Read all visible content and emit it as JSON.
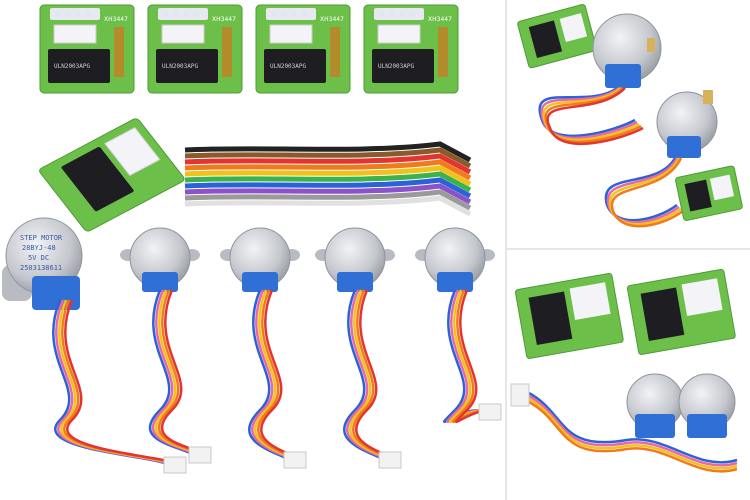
{
  "pcb_label": "XH3447",
  "chip_label": "ULN2003APG",
  "motor_label": {
    "line1": "STEP MOTOR",
    "line2": "28BYJ-48",
    "line3": "5V DC",
    "line4": "2503138611"
  },
  "colors": {
    "pcb_green": "#6cc04a",
    "pcb_dark": "#3f8f35",
    "chip_black": "#1d1d22",
    "motor_silver": "#c9ccd2",
    "motor_blue": "#2f6fd6",
    "wire_blue": "#2c62d8",
    "wire_pink": "#e768a6",
    "wire_yellow": "#f2c21a",
    "wire_orange": "#f07a1e",
    "wire_red": "#e3342f"
  },
  "ribbon_colors": [
    "#222222",
    "#8a5a2b",
    "#e3342f",
    "#f07a1e",
    "#f2c21a",
    "#3cb34a",
    "#2c62d8",
    "#8b52c9",
    "#9a9a9a",
    "#ffffff"
  ]
}
